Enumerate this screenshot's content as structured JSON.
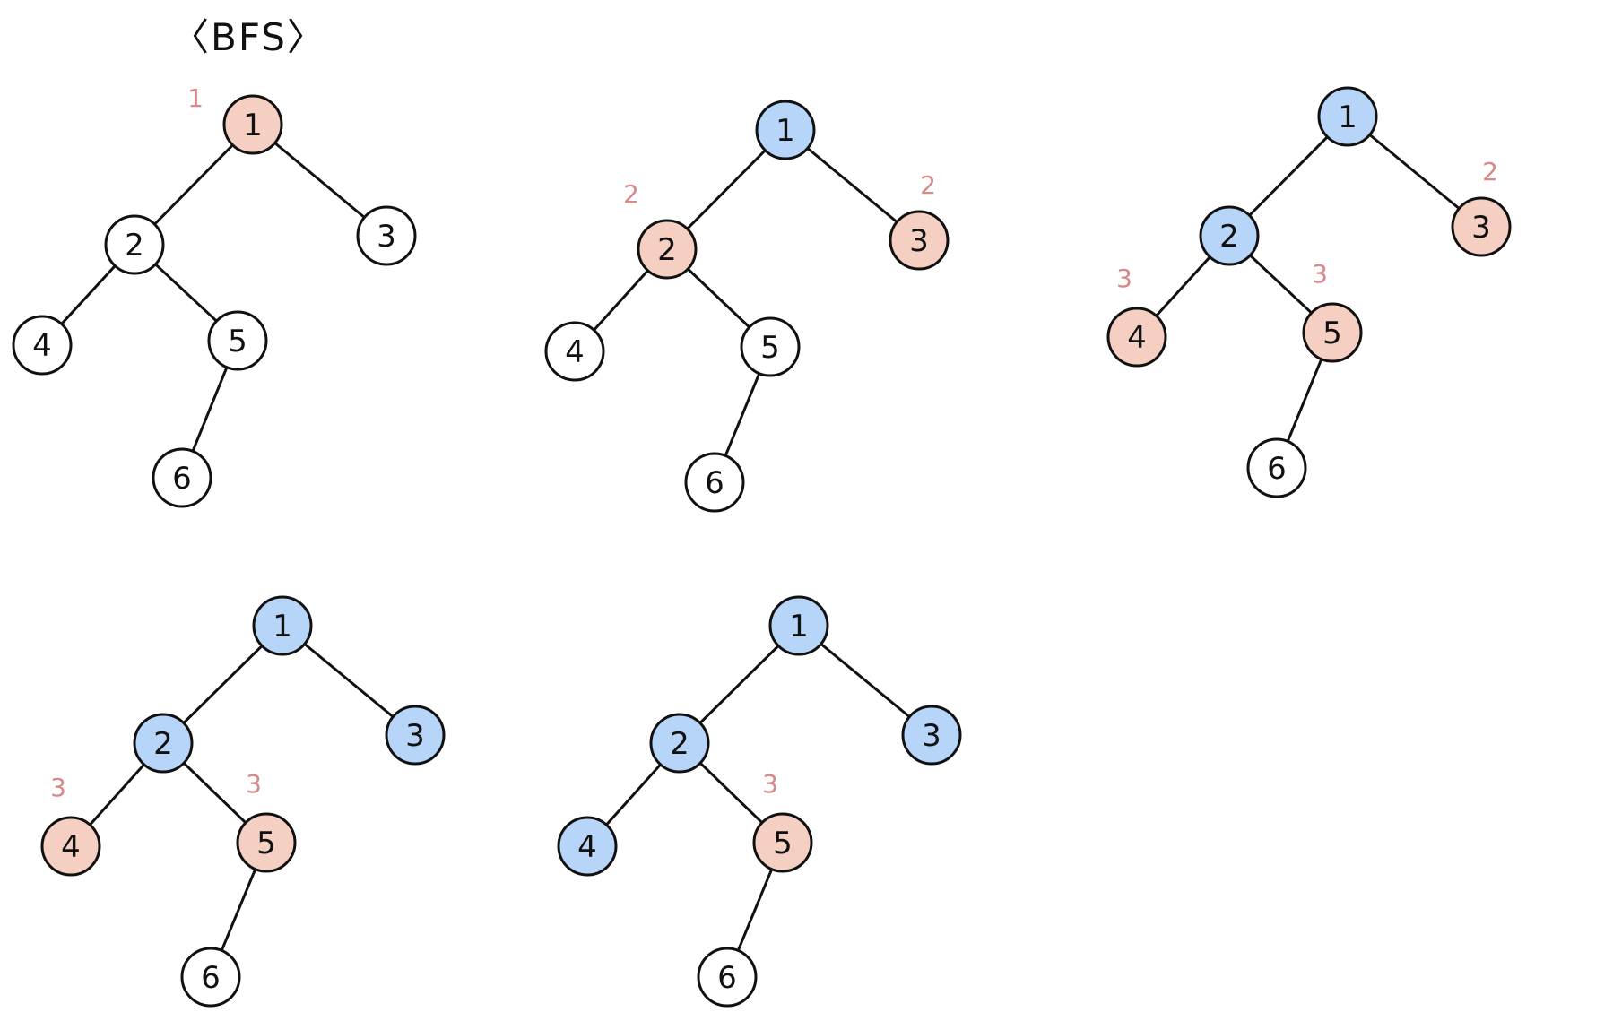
{
  "title": "〈BFS〉",
  "colors": {
    "queued": "#f5cfc1",
    "visited": "#b7d5f8",
    "unvisited": "#ffffff",
    "stroke": "#111111",
    "annotation": "#d9888a"
  },
  "nodes": [
    {
      "id": "1",
      "label": "1"
    },
    {
      "id": "2",
      "label": "2"
    },
    {
      "id": "3",
      "label": "3"
    },
    {
      "id": "4",
      "label": "4"
    },
    {
      "id": "5",
      "label": "5"
    },
    {
      "id": "6",
      "label": "6"
    }
  ],
  "edges": [
    [
      "1",
      "2"
    ],
    [
      "1",
      "3"
    ],
    [
      "2",
      "4"
    ],
    [
      "2",
      "5"
    ],
    [
      "5",
      "6"
    ]
  ],
  "steps": [
    {
      "states": {
        "1": "queued",
        "2": "unvisited",
        "3": "unvisited",
        "4": "unvisited",
        "5": "unvisited",
        "6": "unvisited"
      },
      "annotations": {
        "1": "1"
      }
    },
    {
      "states": {
        "1": "visited",
        "2": "queued",
        "3": "queued",
        "4": "unvisited",
        "5": "unvisited",
        "6": "unvisited"
      },
      "annotations": {
        "2": "2",
        "3": "2"
      }
    },
    {
      "states": {
        "1": "visited",
        "2": "visited",
        "3": "queued",
        "4": "queued",
        "5": "queued",
        "6": "unvisited"
      },
      "annotations": {
        "3": "2",
        "4": "3",
        "5": "3"
      }
    },
    {
      "states": {
        "1": "visited",
        "2": "visited",
        "3": "visited",
        "4": "queued",
        "5": "queued",
        "6": "unvisited"
      },
      "annotations": {
        "4": "3",
        "5": "3"
      }
    },
    {
      "states": {
        "1": "visited",
        "2": "visited",
        "3": "visited",
        "4": "visited",
        "5": "queued",
        "6": "unvisited"
      },
      "annotations": {
        "5": "3"
      }
    }
  ]
}
